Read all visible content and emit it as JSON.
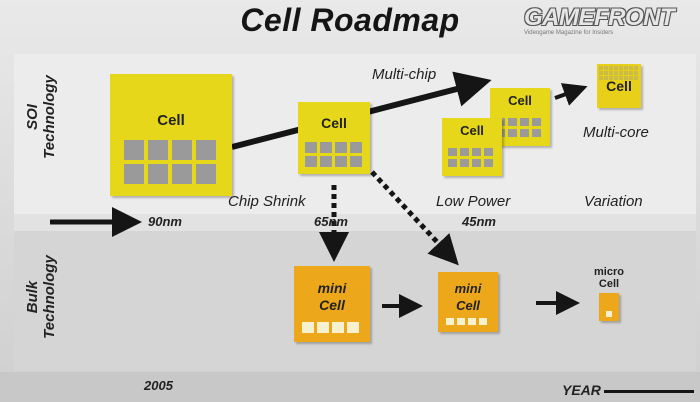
{
  "title": "Cell Roadmap",
  "watermark": {
    "brand": "GAMEFRONT",
    "tagline": "Videogame Magazine for Insiders"
  },
  "rows": {
    "soi": "SOI\nTechnology",
    "bulk": "Bulk\nTechnology"
  },
  "nodes": {
    "n90": "90nm",
    "n65": "65nm",
    "n45": "45nm"
  },
  "steps": {
    "chip_shrink": "Chip Shrink",
    "low_power": "Low Power",
    "variation": "Variation",
    "multi_chip": "Multi-chip",
    "multi_core": "Multi-core"
  },
  "chips": {
    "cell_90": "Cell",
    "cell_65": "Cell",
    "cell_45_a": "Cell",
    "cell_45_b": "Cell",
    "cell_multicore": "Cell"
  },
  "mini": {
    "mini_65": "mini\nCell",
    "mini_45": "mini\nCell",
    "micro": "micro\nCell"
  },
  "timeline": {
    "year_label": "2005",
    "axis_label": "YEAR"
  },
  "colors": {
    "cell": "#e7d71a",
    "mini_cell": "#eca81a",
    "arrow": "#151515"
  }
}
